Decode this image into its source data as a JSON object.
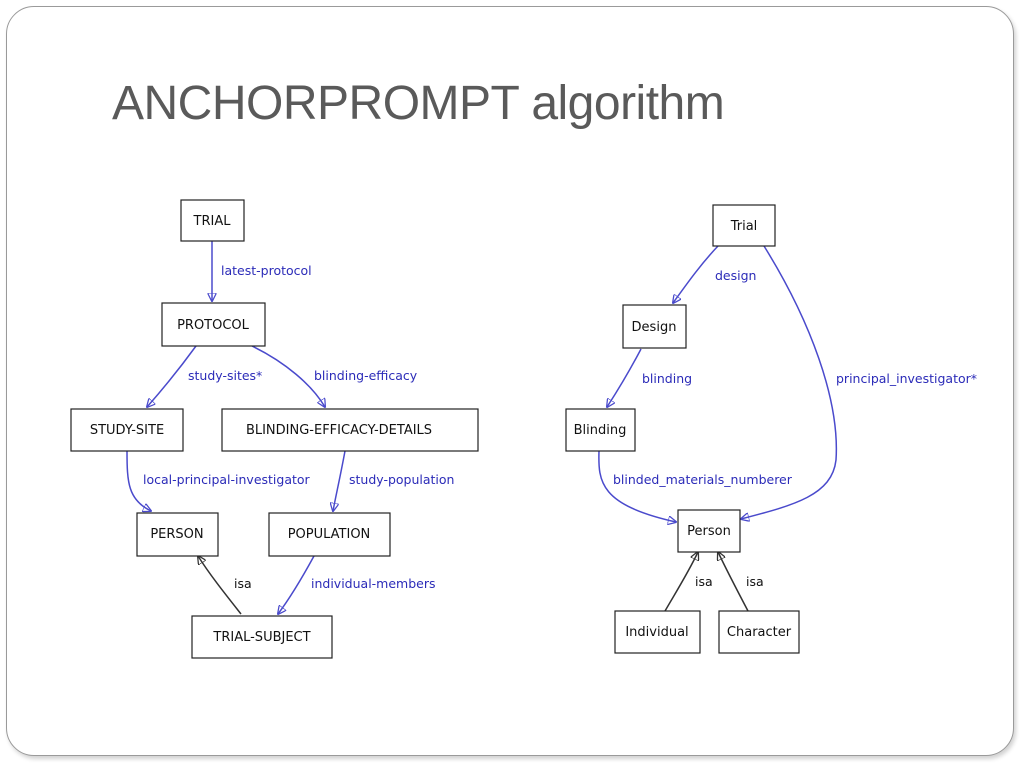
{
  "slide": {
    "title": "ANCHORPROMPT algorithm"
  },
  "colors": {
    "edge": "#4a4acc",
    "edge_label": "#2b2bb8",
    "isa_edge": "#333333",
    "node_border": "#222222",
    "title": "#5a5a5a"
  },
  "left_diagram": {
    "nodes": {
      "trial": "TRIAL",
      "protocol": "PROTOCOL",
      "study_site": "STUDY-SITE",
      "blinding_efficacy_details": "BLINDING-EFFICACY-DETAILS",
      "person": "PERSON",
      "population": "POPULATION",
      "trial_subject": "TRIAL-SUBJECT"
    },
    "edges": {
      "latest_protocol": "latest-protocol",
      "study_sites": "study-sites*",
      "blinding_efficacy": "blinding-efficacy",
      "local_principal_investigator": "local-principal-investigator",
      "study_population": "study-population",
      "isa": "isa",
      "individual_members": "individual-members"
    }
  },
  "right_diagram": {
    "nodes": {
      "trial": "Trial",
      "design": "Design",
      "blinding": "Blinding",
      "person": "Person",
      "individual": "Individual",
      "character": "Character"
    },
    "edges": {
      "design": "design",
      "blinding": "blinding",
      "principal_investigator": "principal_investigator*",
      "blinded_materials_numberer": "blinded_materials_numberer",
      "isa_individual": "isa",
      "isa_character": "isa"
    }
  }
}
